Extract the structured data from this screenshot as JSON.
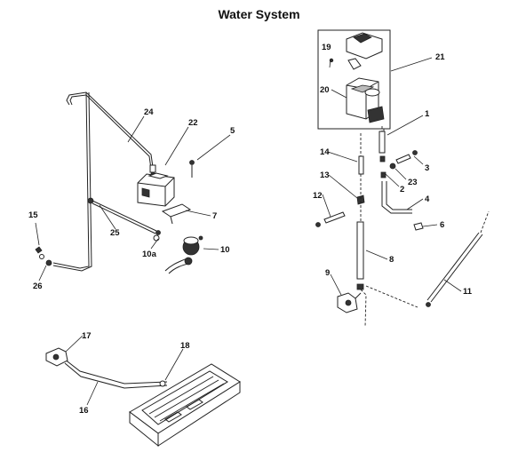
{
  "title": "Water System",
  "callouts": {
    "c1": "1",
    "c2": "2",
    "c3": "3",
    "c4": "4",
    "c5": "5",
    "c6": "6",
    "c7": "7",
    "c8": "8",
    "c9": "9",
    "c10": "10",
    "c10a": "10a",
    "c11": "11",
    "c12": "12",
    "c13": "13",
    "c14": "14",
    "c15": "15",
    "c16": "16",
    "c17": "17",
    "c18": "18",
    "c19": "19",
    "c20": "20",
    "c21": "21",
    "c22": "22",
    "c23": "23",
    "c24": "24",
    "c25": "25",
    "c26": "26"
  }
}
